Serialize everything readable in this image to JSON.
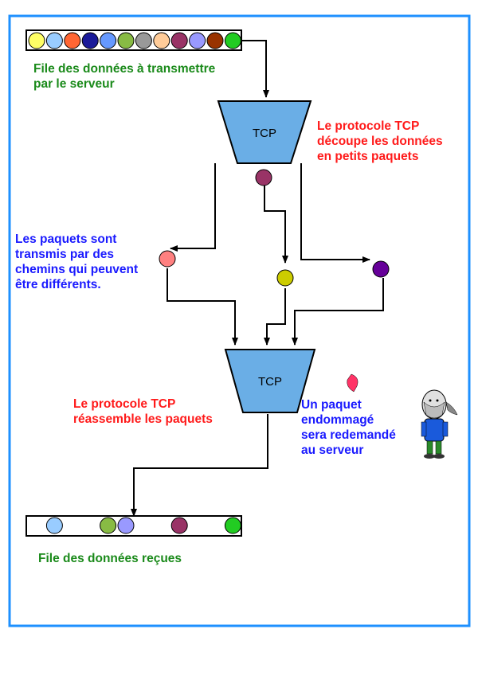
{
  "title": "",
  "tcp_label_top": "TCP",
  "tcp_label_bottom": "TCP",
  "labels": {
    "queue_out": [
      "File des données à transmettre",
      "par le serveur"
    ],
    "split": [
      "Le protocole TCP",
      "découpe les données",
      "en petits paquets"
    ],
    "paths": [
      "Les paquets sont",
      "transmis par des",
      "chemins qui peuvent",
      "être différents."
    ],
    "reassemble": [
      "Le protocole TCP",
      "réassemble les paquets"
    ],
    "damaged": [
      "Un paquet",
      "endommagé",
      "sera redemandé",
      "au serveur"
    ],
    "queue_in": [
      "File des données reçues"
    ]
  },
  "colors": {
    "frame": "#1e90ff",
    "funnel": "#6aaee6",
    "green_text": "#1a8a1a",
    "red_text": "#ff1a1a",
    "blue_text": "#1a1aff"
  },
  "queue_out_packets": [
    "#ffff66",
    "#99ccff",
    "#ff6633",
    "#1a1a99",
    "#6699ff",
    "#88bb44",
    "#999999",
    "#ffcc99",
    "#993366",
    "#9999ff",
    "#993300",
    "#22cc22"
  ],
  "queue_in_packets": [
    "",
    "#99ccff",
    "",
    "",
    "#88bb44",
    "#9999ff",
    "",
    "",
    "#993366",
    "",
    "",
    "#22cc22"
  ],
  "packets": {
    "split": "#993366",
    "left": "#ff8080",
    "middle": "#cccc00",
    "right": "#660099",
    "damaged": "#ff3366"
  }
}
